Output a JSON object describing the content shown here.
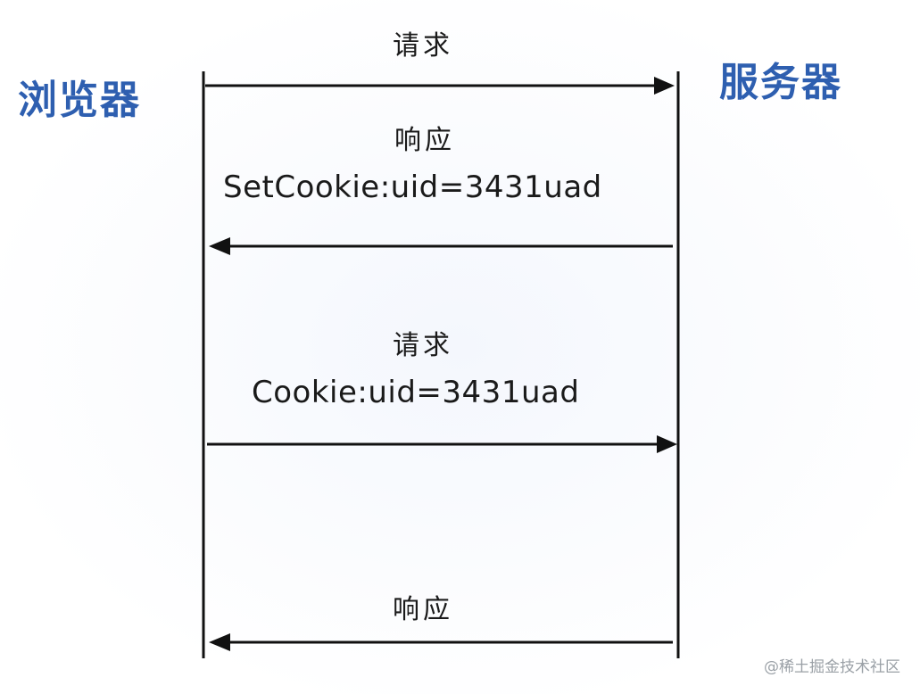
{
  "participants": {
    "browser": "浏览器",
    "server": "服务器"
  },
  "messages": [
    {
      "label": "请求",
      "detail": "",
      "direction": "browser-to-server"
    },
    {
      "label": "响应",
      "detail": "SetCookie:uid=3431uad",
      "direction": "server-to-browser"
    },
    {
      "label": "请求",
      "detail": "Cookie:uid=3431uad",
      "direction": "browser-to-server"
    },
    {
      "label": "响应",
      "detail": "",
      "direction": "server-to-browser"
    }
  ],
  "watermark": "@稀土掘金技术社区",
  "colors": {
    "participant_label": "#2e5fb0",
    "line": "#111111",
    "text": "#1a1a1a",
    "watermark": "#9aa0a6"
  }
}
